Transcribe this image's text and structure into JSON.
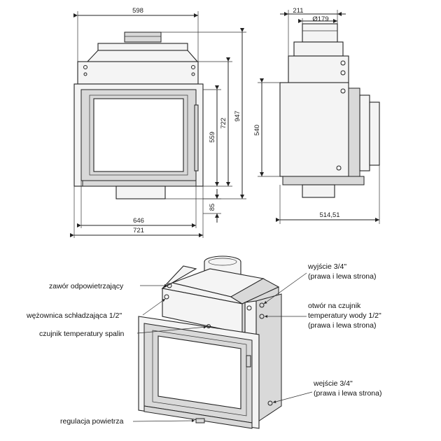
{
  "dimensions": {
    "front_width_top": "598",
    "front_height_547": "947",
    "front_height_722": "722",
    "front_height_559": "559",
    "front_height_85": "85",
    "front_width_646": "646",
    "front_width_721": "721",
    "side_width_211": "211",
    "side_flue_diameter": "Ø179",
    "side_height_540": "540",
    "side_depth": "514,51"
  },
  "labels": {
    "air_vent_valve": "zawór odpowietrzający",
    "cooling_coil": "wężownica schładzająca 1/2\"",
    "flue_temp_sensor": "czujnik temperatury spalin",
    "air_regulation": "regulacja powietrza",
    "outlet_line1": "wyjście 3/4\"",
    "outlet_line2": "(prawa i lewa strona)",
    "sensor_hole_line1": "otwór na czujnik",
    "sensor_hole_line2": "temperatury wody 1/2\"",
    "sensor_hole_line3": "(prawa i lewa strona)",
    "inlet_line1": "wejście 3/4\"",
    "inlet_line2": "(prawa i lewa strona)"
  }
}
